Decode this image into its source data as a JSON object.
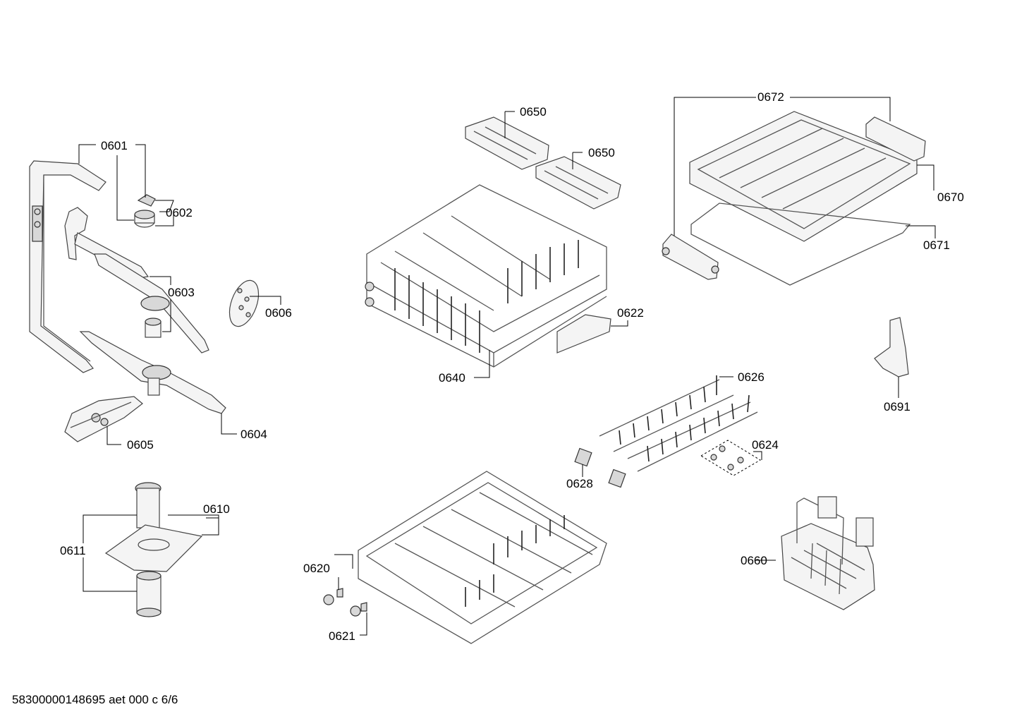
{
  "labels": {
    "p0601": "0601",
    "p0602": "0602",
    "p0603": "0603",
    "p0604": "0604",
    "p0605": "0605",
    "p0606": "0606",
    "p0610": "0610",
    "p0611": "0611",
    "p0620": "0620",
    "p0621": "0621",
    "p0622": "0622",
    "p0624": "0624",
    "p0626": "0626",
    "p0628": "0628",
    "p0640": "0640",
    "p0650a": "0650",
    "p0650b": "0650",
    "p0660": "0660",
    "p0670": "0670",
    "p0671": "0671",
    "p0672": "0672",
    "p0691": "0691"
  },
  "footer": {
    "doc_id": "58300000148695 aet 000 c 6/6"
  }
}
